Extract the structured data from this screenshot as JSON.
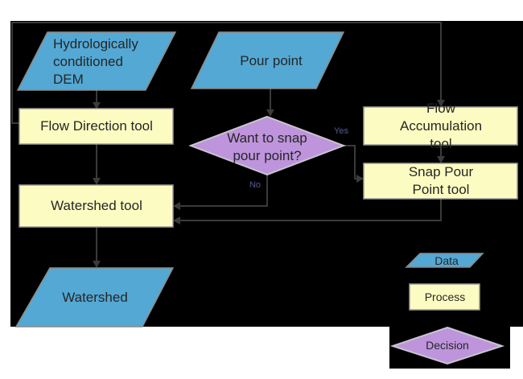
{
  "diagram": {
    "nodes": {
      "dem": "Hydrologically\nconditioned\nDEM",
      "pour_point": "Pour point",
      "flow_direction": "Flow Direction tool",
      "flow_accumulation": "Flow Accumulation tool",
      "decision": "Want to snap\npour point?",
      "snap_pour_point": "Snap Pour Point tool",
      "watershed_tool": "Watershed tool",
      "watershed": "Watershed"
    },
    "edge_labels": {
      "yes": "Yes",
      "no": "No"
    },
    "legend": {
      "data": "Data",
      "process": "Process",
      "decision": "Decision"
    },
    "colors": {
      "background": "#000000",
      "data_fill": "#54A8D4",
      "data_stroke": "#8a8a8a",
      "process_fill": "#FCFCC2",
      "process_stroke": "#9b9b9b",
      "decision_fill": "#BE94DC",
      "decision_stroke": "#c9c4ce",
      "connector": "#3A3A3A",
      "text": "#262626"
    }
  }
}
